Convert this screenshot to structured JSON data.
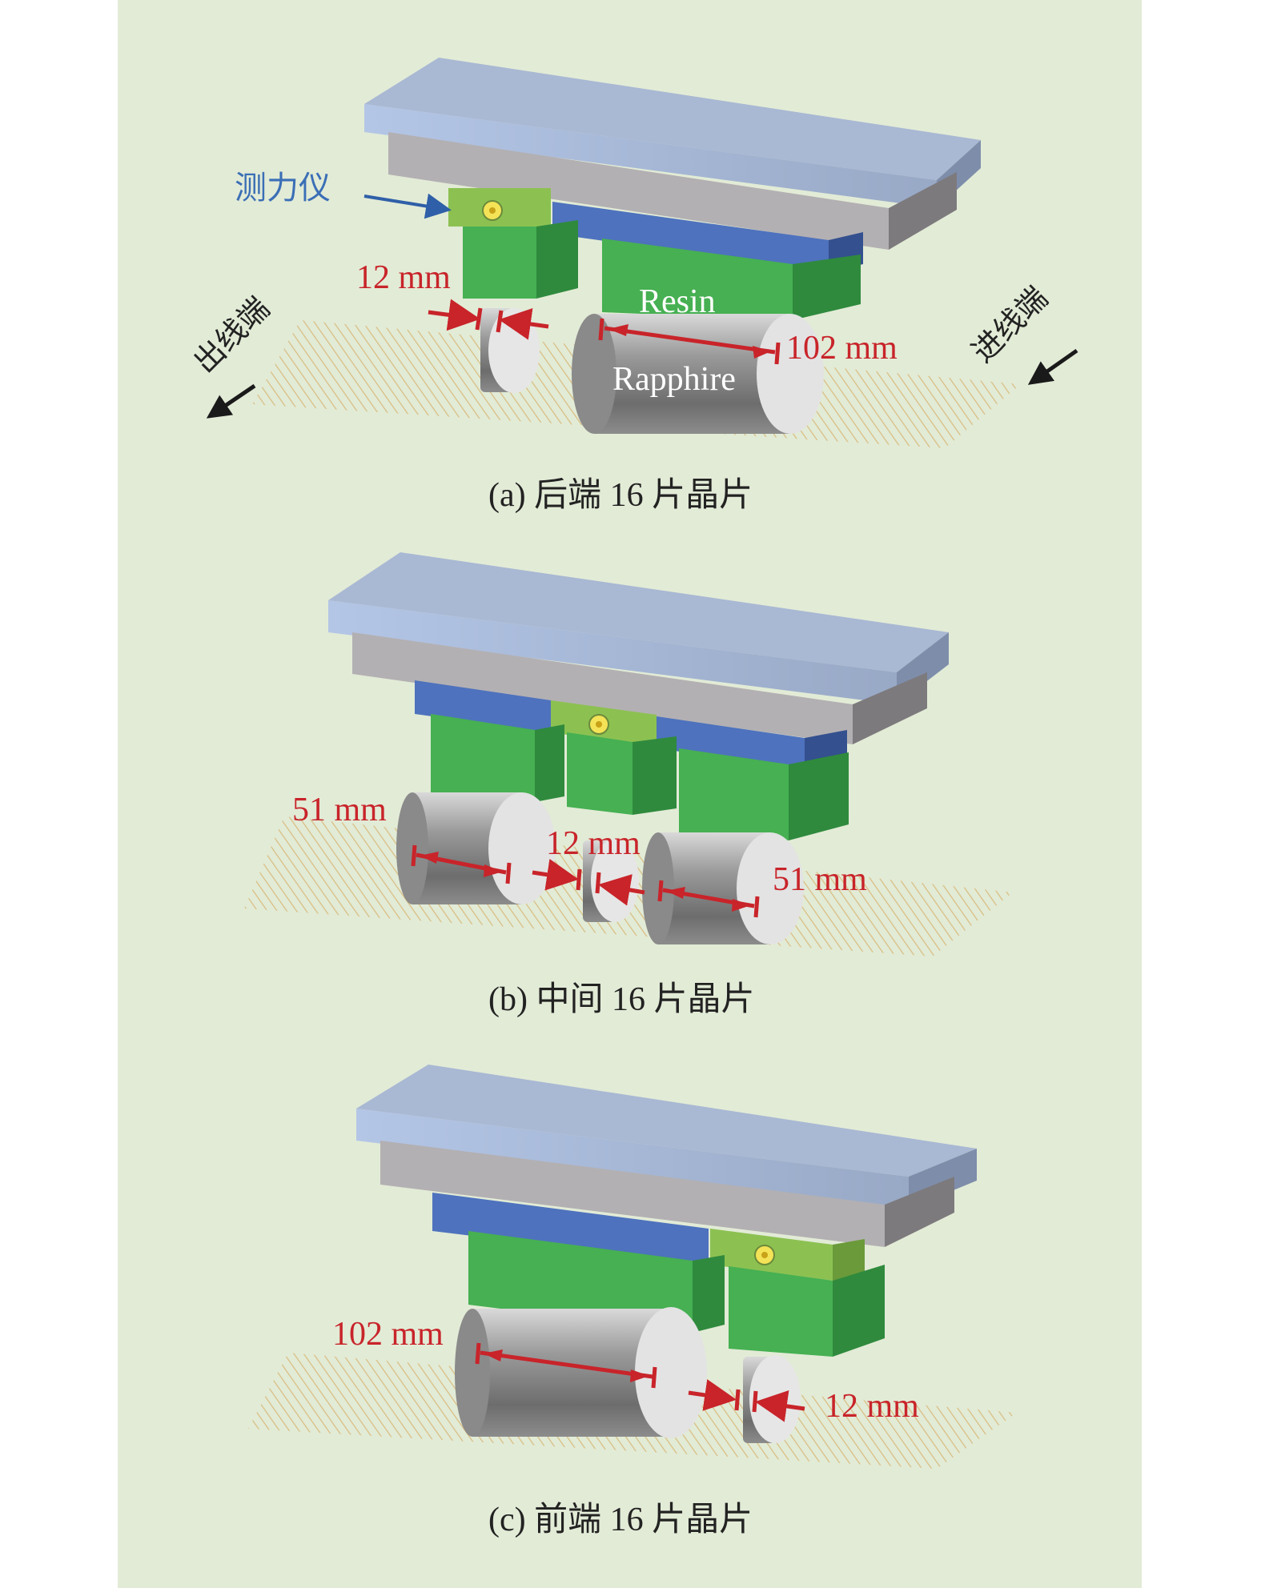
{
  "labels": {
    "dynamometer": "测力仪",
    "outlet_end": "出线端",
    "inlet_end": "进线端",
    "resin": "Resin",
    "sapphire": "Rapphire"
  },
  "panels": [
    {
      "caption": "(a) 后端 16 片晶片",
      "dims": [
        "12 mm",
        "102 mm"
      ]
    },
    {
      "caption": "(b) 中间 16 片晶片",
      "dims": [
        "51 mm",
        "12 mm",
        "51 mm"
      ]
    },
    {
      "caption": "(c) 前端 16 片晶片",
      "dims": [
        "102 mm",
        "12 mm"
      ]
    }
  ],
  "colors": {
    "background": "#e2ebd6",
    "top_plate": "#aebfdc",
    "mid_plate": "#b3b0b3",
    "blue_bar": "#4e72bd",
    "green_block": "#46b052",
    "dynamometer": "#8cc152",
    "dimension": "#c8242a",
    "arrow_blue": "#2f5fa8"
  }
}
